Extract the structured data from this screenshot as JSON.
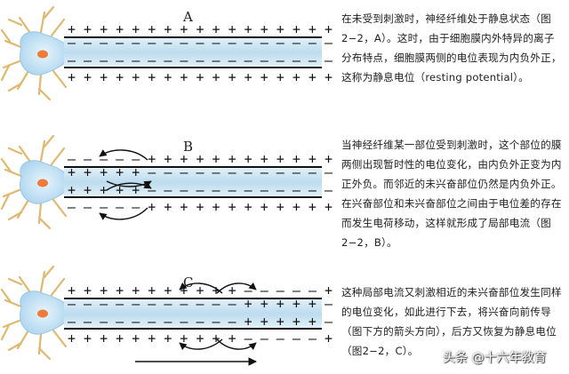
{
  "panels": [
    {
      "label": "A",
      "text": "在未受到刺激时，神经纤维处于静息状态（图2−2，A）。这时，由于细胞膜内外特异的离子分布特点，细胞膜两侧的电位表现为内负外正，这称为静息电位（resting potential）。"
    },
    {
      "label": "B",
      "text": "当神经纤维某一部位受到刺激时，这个部位的膜两侧出现暂时性的电位变化，由内负外正变为内正外负。而邻近的未兴奋部位仍然是内负外正。在兴奋部位和未兴奋部位之间由于电位差的存在而发生电荷移动，这样就形成了局部电流（图2−2，B）。"
    },
    {
      "label": "C",
      "text": "这种局部电流又刺激相近的未兴奋部位发生同样的电位变化，如此进行下去，将兴奋向前传导（图下方的箭头方向），后方又恢复为静息电位（图2−2，C）。"
    }
  ],
  "watermark": "头条 @十六年教育",
  "colors": {
    "axon_fill": "#cfe6f3",
    "membrane": "#1a1a1a",
    "cell_body": "#c9e6f6",
    "nucleus": "#f07a3a",
    "dendrite": "#e8c78a"
  }
}
